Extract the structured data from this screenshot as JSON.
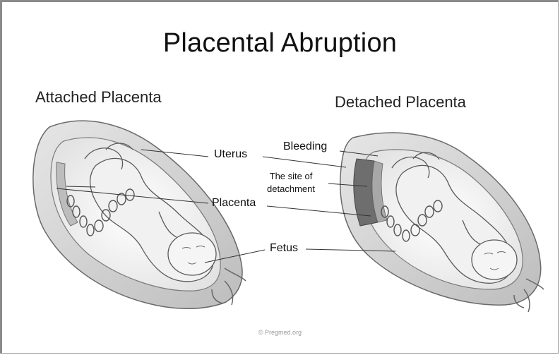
{
  "title": "Placental Abruption",
  "left_subtitle": "Attached Placenta",
  "right_subtitle": "Detached Placenta",
  "labels": {
    "uterus": "Uterus",
    "placenta": "Placenta",
    "fetus": "Fetus",
    "bleeding": "Bleeding",
    "detachment_line1": "The site of",
    "detachment_line2": "detachment"
  },
  "credit": "© Pregmed.org",
  "colors": {
    "sketch_dark": "#555555",
    "sketch_mid": "#8a8a8a",
    "sketch_light": "#c8c8c8",
    "bleeding_shade": "#6e6e6e"
  }
}
